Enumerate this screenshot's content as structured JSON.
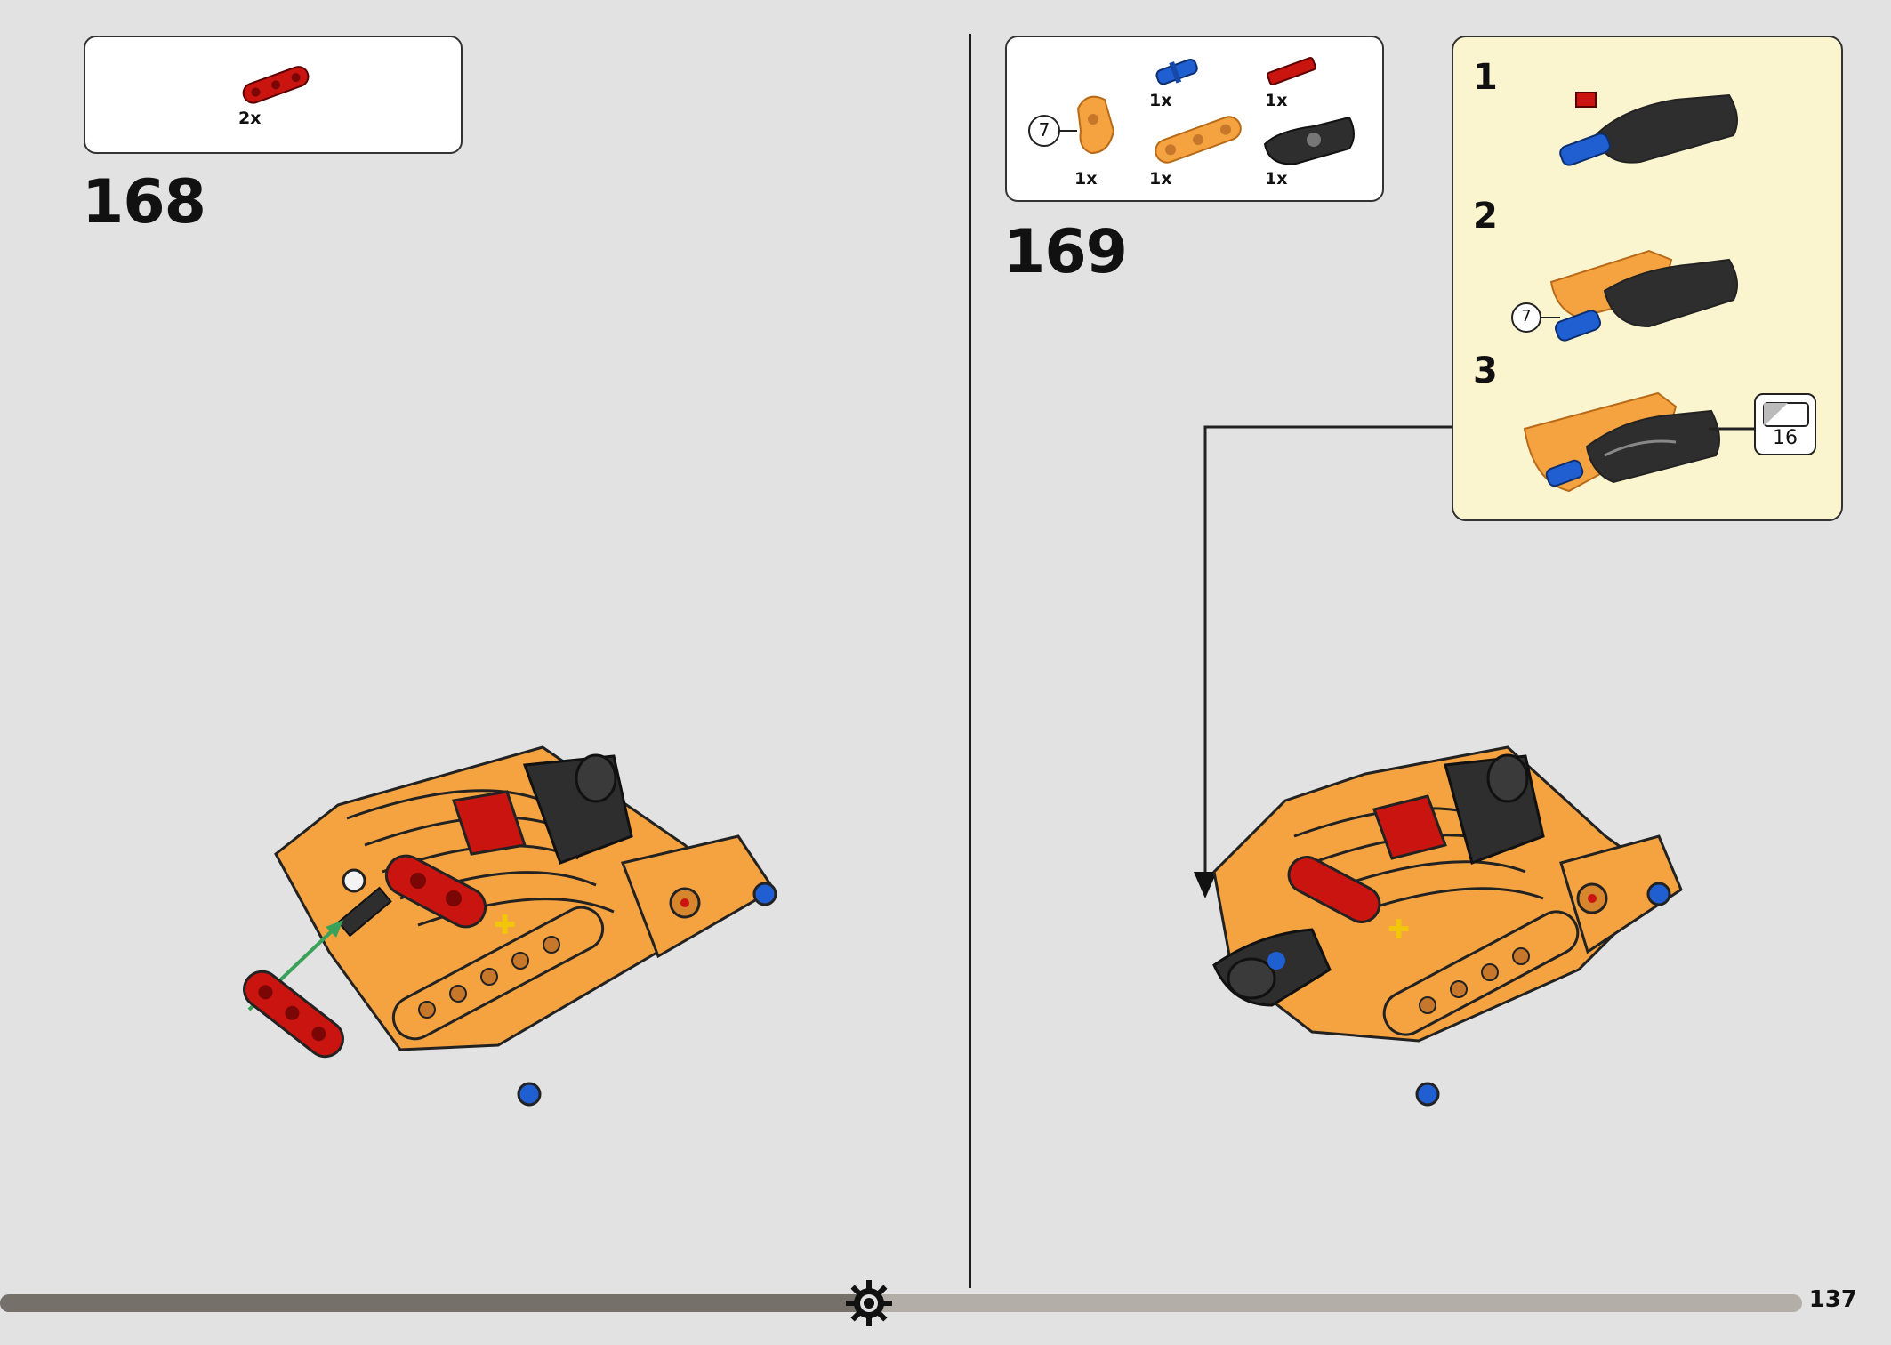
{
  "left_step": {
    "number": "168",
    "parts": [
      {
        "quantity": "2x",
        "part": "red-beam-3"
      }
    ]
  },
  "right_step": {
    "number": "169",
    "parts": [
      {
        "quantity": "1x",
        "part": "orange-angle-connector",
        "callout": "7"
      },
      {
        "quantity": "1x",
        "part": "blue-axle-pin"
      },
      {
        "quantity": "1x",
        "part": "orange-beam-3"
      },
      {
        "quantity": "1x",
        "part": "red-axle-2"
      },
      {
        "quantity": "1x",
        "part": "black-curved-panel"
      }
    ],
    "substeps": [
      {
        "number": "1"
      },
      {
        "number": "2",
        "callout": "7"
      },
      {
        "number": "3",
        "sticker": "16"
      }
    ]
  },
  "page_number": "137",
  "colors": {
    "orange": "#f4a340",
    "red": "#c9140f",
    "blue": "#1f5fd1",
    "black": "#2e2e2e",
    "substep_bg": "#fbf5cf"
  }
}
